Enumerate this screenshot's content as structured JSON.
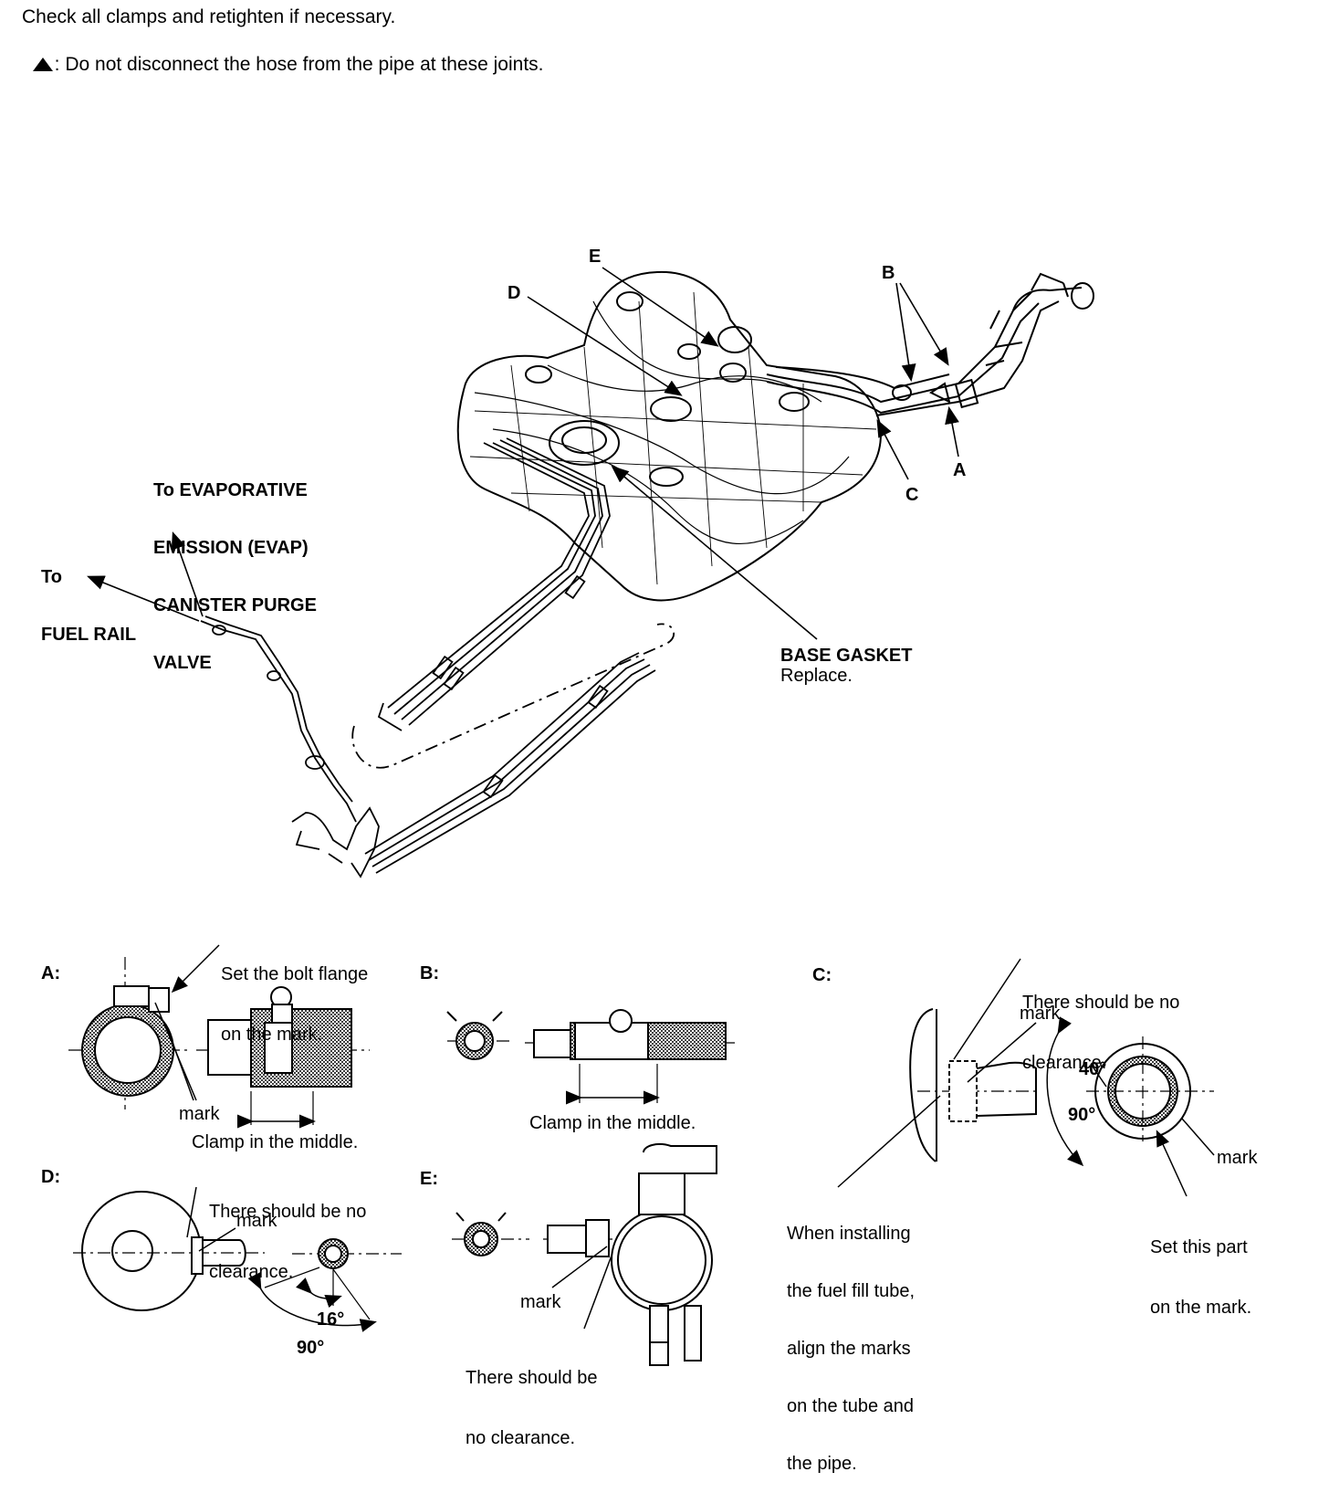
{
  "header": {
    "line1": "Check all clamps and retighten if necessary.",
    "line2": ": Do not disconnect the hose from the pipe at these joints."
  },
  "main_labels": {
    "A": "A",
    "B": "B",
    "C": "C",
    "D": "D",
    "E": "E",
    "evap": [
      "To EVAPORATIVE",
      "EMISSION (EVAP)",
      "CANISTER PURGE",
      "VALVE"
    ],
    "fuel_rail": [
      "To",
      "FUEL RAIL"
    ],
    "gasket_title": "BASE GASKET",
    "gasket_note": "Replace."
  },
  "detail_A": {
    "tag": "A:",
    "flange_note": [
      "Set the bolt flange",
      "on the mark."
    ],
    "mark": "mark",
    "clamp": "Clamp in the middle."
  },
  "detail_B": {
    "tag": "B:",
    "clamp": "Clamp in the middle."
  },
  "detail_C": {
    "tag": "C:",
    "clearance": [
      "There should be no",
      "clearance."
    ],
    "mark_top": "mark",
    "angle_40": "40°",
    "angle_90": "90°",
    "mark_right": "mark",
    "set_part": [
      "Set this part",
      "on the mark."
    ],
    "install": [
      "When installing",
      "the fuel fill tube,",
      "align the marks",
      "on the tube and",
      "the pipe."
    ]
  },
  "detail_D": {
    "tag": "D:",
    "clearance": [
      "There should be no",
      "clearance."
    ],
    "mark": "mark",
    "angle_16": "16°",
    "angle_90": "90°"
  },
  "detail_E": {
    "tag": "E:",
    "mark": "mark",
    "clearance": [
      "There should be",
      "no clearance."
    ]
  }
}
